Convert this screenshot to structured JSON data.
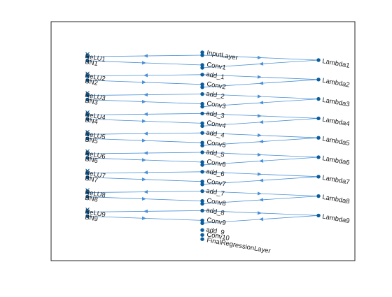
{
  "graph": {
    "colors": {
      "edge": "#4a90d6",
      "node": "#0b5d9e",
      "axes": "#262626",
      "label": "#1a1a1a"
    },
    "input_label": "InputLayer",
    "output_label": "FinalRegressionLayer",
    "blocks": [
      {
        "relu": "ReLU1",
        "bn": "BN1",
        "conv": "Conv1",
        "add_label": "",
        "lambda": "Lambda1"
      },
      {
        "relu": "ReLU2",
        "bn": "BN2",
        "conv": "Conv2",
        "add_label": "add_1",
        "lambda": "Lambda2"
      },
      {
        "relu": "ReLU3",
        "bn": "BN3",
        "conv": "Conv3",
        "add_label": "add_2",
        "lambda": "Lambda3"
      },
      {
        "relu": "ReLU4",
        "bn": "BN4",
        "conv": "Conv4",
        "add_label": "add_3",
        "lambda": "Lambda4"
      },
      {
        "relu": "ReLU5",
        "bn": "BN5",
        "conv": "Conv5",
        "add_label": "add_4",
        "lambda": "Lambda5"
      },
      {
        "relu": "ReLU6",
        "bn": "BN6",
        "conv": "Conv6",
        "add_label": "add_5",
        "lambda": "Lambda6"
      },
      {
        "relu": "ReLU7",
        "bn": "BN7",
        "conv": "Conv7",
        "add_label": "add_6",
        "lambda": "Lambda7"
      },
      {
        "relu": "ReLU8",
        "bn": "BN8",
        "conv": "Conv8",
        "add_label": "add_7",
        "lambda": "Lambda8"
      },
      {
        "relu": "ReLU9",
        "bn": "BN9",
        "conv": "Conv9",
        "add_label": "add_8",
        "lambda": "Lambda9"
      }
    ],
    "tail": {
      "add_label": "add_9",
      "conv": "Conv10"
    }
  }
}
